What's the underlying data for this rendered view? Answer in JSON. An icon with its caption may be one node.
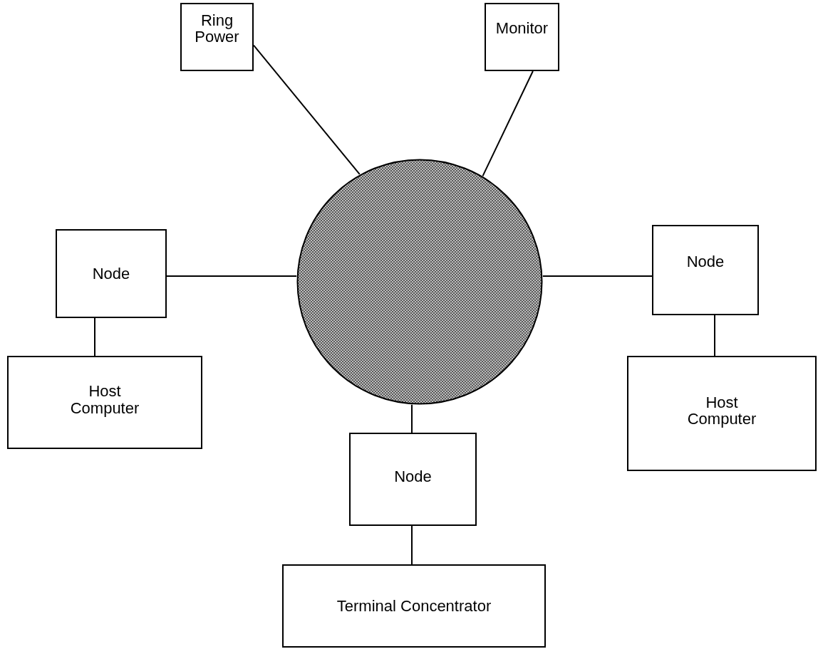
{
  "diagram": {
    "nodes": [
      {
        "text": [
          "Ring Power"
        ]
      },
      {
        "text": [
          "Monitor"
        ]
      },
      {
        "text": [
          "Node"
        ]
      },
      {
        "text": [],
        "shape": "circle"
      },
      {
        "text": [
          "Node"
        ]
      },
      {
        "text": [
          "Host Computer"
        ]
      },
      {
        "text": [
          "Host Computer"
        ]
      },
      {
        "text": [
          "Node"
        ]
      },
      {
        "text": [
          "Terminal Concentrator"
        ]
      }
    ],
    "edges": [
      {
        "from": 0,
        "to": 3,
        "arrow": "none"
      },
      {
        "from": 1,
        "to": 3,
        "arrow": "none"
      },
      {
        "from": 2,
        "to": 3,
        "arrow": "none"
      },
      {
        "from": 2,
        "to": 5,
        "arrow": "none"
      },
      {
        "from": 3,
        "to": 4,
        "arrow": "none"
      },
      {
        "from": 4,
        "to": 6,
        "arrow": "none"
      },
      {
        "from": 3,
        "to": 7,
        "arrow": "none"
      },
      {
        "from": 7,
        "to": 8,
        "arrow": "none"
      }
    ]
  }
}
